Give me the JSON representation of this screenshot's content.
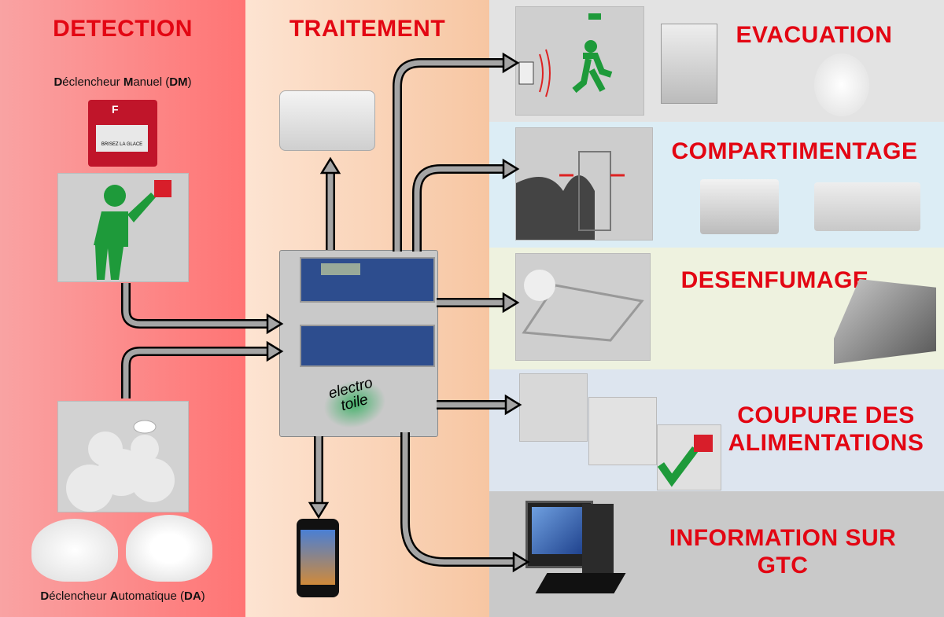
{
  "columns": {
    "detection": "DETECTION",
    "traitement": "TRAITEMENT"
  },
  "detection": {
    "manual": {
      "prefix1": "D",
      "rest1": "éclencheur ",
      "prefix2": "M",
      "rest2": "anuel (",
      "abbr": "DM",
      "close": ")"
    },
    "automatic": {
      "prefix1": "D",
      "rest1": "éclencheur ",
      "prefix2": "A",
      "rest2": "utomatique (",
      "abbr": "DA",
      "close": ")"
    },
    "callpoint_text": {
      "letter": "F",
      "line": "BRISEZ LA GLACE"
    }
  },
  "panel": {
    "brand_line1": "electro",
    "brand_line2": "toile"
  },
  "outputs": [
    {
      "label": "EVACUATION"
    },
    {
      "label": "COMPARTIMENTAGE"
    },
    {
      "label": "DESENFUMAGE"
    },
    {
      "label": "COUPURE DES ALIMENTATIONS"
    },
    {
      "label": "INFORMATION SUR GTC"
    }
  ],
  "colors": {
    "title": "#e30613",
    "detection_bg": "#ff8080",
    "traitement_bg": "#f9d2b5",
    "arrow": "#9a9a9a",
    "figure_green": "#1e9a3a"
  }
}
